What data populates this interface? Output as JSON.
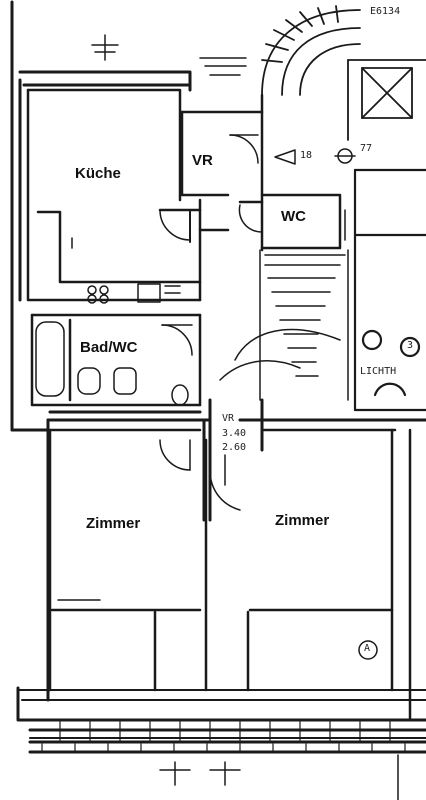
{
  "rooms": {
    "kueche": "Küche",
    "vr_top": "VR",
    "wc": "WC",
    "bad_wc": "Bad/WC",
    "zimmer_left": "Zimmer",
    "zimmer_right": "Zimmer"
  },
  "annotations": {
    "top_right_code": "E6134",
    "door_left": "18",
    "door_right": "77",
    "lichthof": "LICHTH",
    "circle_number": "3",
    "vr_small": "VR",
    "vr_small_2": "3.40",
    "vr_small_3": "2.60",
    "mark_a": "A"
  },
  "colors": {
    "ink": "#1a1a1a",
    "paper": "#ffffff"
  }
}
